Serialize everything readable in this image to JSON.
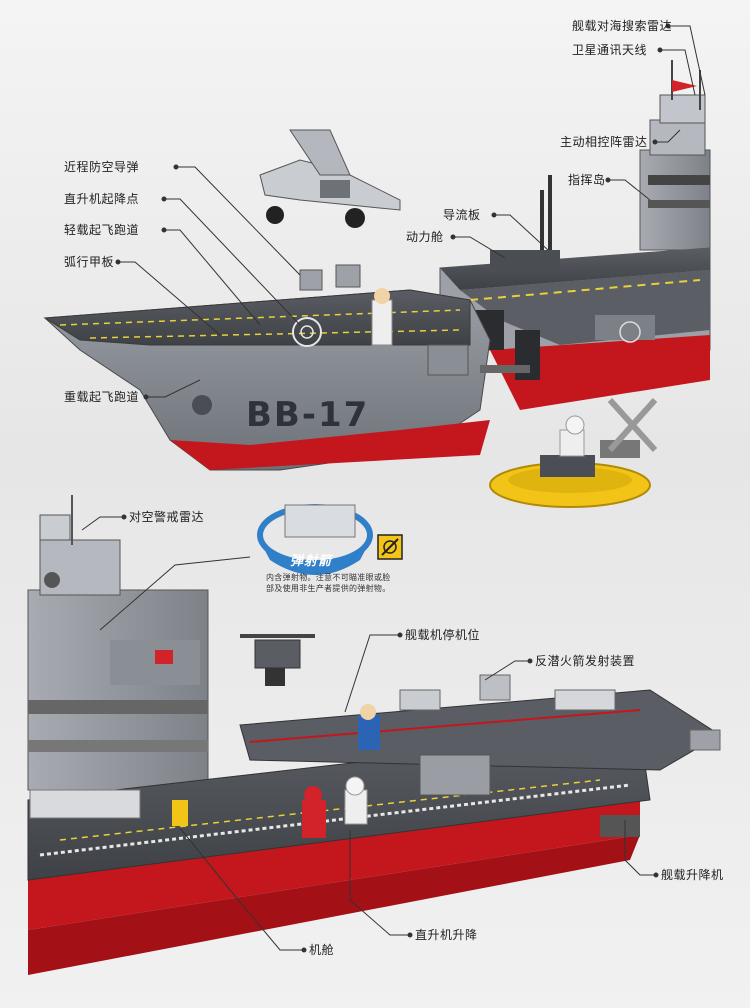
{
  "labels": {
    "carrier_surface_radar": "舰载对海搜索雷达",
    "satellite_antenna": "卫星通讯天线",
    "active_phased_array_radar": "主动相控阵雷达",
    "command_island": "指挥岛",
    "short_range_missile": "近程防空导弹",
    "helicopter_landing_point": "直升机起降点",
    "light_takeoff_runway": "轻载起飞跑道",
    "arc_deck": "弧行甲板",
    "deflector": "导流板",
    "power_cabin": "动力舱",
    "heavy_takeoff_runway": "重载起飞跑道",
    "air_warning_radar": "对空警戒雷达",
    "carrier_aircraft_parking": "舰载机停机位",
    "anti_sub_rocket_launcher": "反潜火箭发射装置",
    "carrier_elevator": "舰载升降机",
    "helicopter_lift": "直升机升降",
    "hangar": "机舱"
  },
  "hull_number": "BB-17",
  "launcher_badge": "弹射箭",
  "warning": {
    "line1": "内含弹射物。注意不可瞄准眼或脸",
    "line2": "部及使用非生产者提供的弹射物。"
  },
  "colors": {
    "hull_gray": "#7c8087",
    "hull_red": "#c4171d",
    "deck_dark": "#4a4d53",
    "deck_line_yellow": "#e8d13a",
    "boat_yellow": "#f2c418",
    "badge_blue": "#2f7fc9"
  }
}
